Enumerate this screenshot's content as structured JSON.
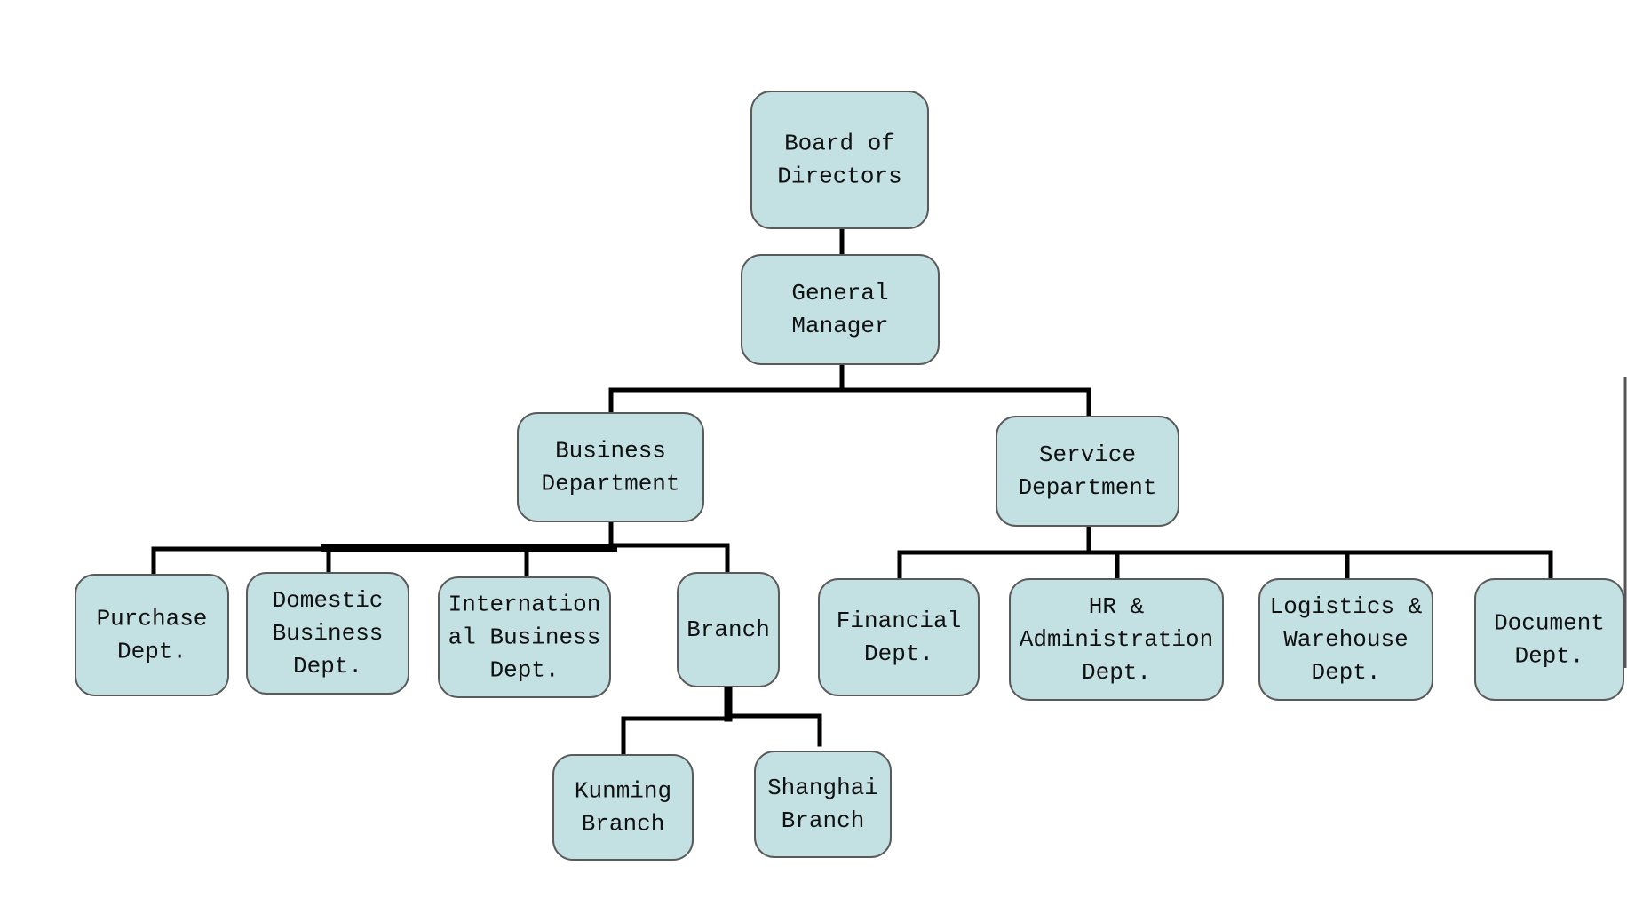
{
  "diagram": {
    "type": "org-chart",
    "colors": {
      "node_fill": "#c3e0e3",
      "node_border": "#5a5a5a",
      "connector": "#000000",
      "text": "#111111",
      "background": "#ffffff"
    },
    "nodes": [
      {
        "id": "board",
        "lines": [
          "Board of",
          "Directors"
        ],
        "parent": null
      },
      {
        "id": "gm",
        "lines": [
          "General",
          "Manager"
        ],
        "parent": "board"
      },
      {
        "id": "business",
        "lines": [
          "Business",
          "Department"
        ],
        "parent": "gm"
      },
      {
        "id": "service",
        "lines": [
          "Service",
          "Department"
        ],
        "parent": "gm"
      },
      {
        "id": "purchase",
        "lines": [
          "Purchase",
          "Dept."
        ],
        "parent": "business"
      },
      {
        "id": "domestic",
        "lines": [
          "Domestic",
          "Business",
          "Dept."
        ],
        "parent": "business"
      },
      {
        "id": "international",
        "lines": [
          "Internation",
          "al Business",
          "Dept."
        ],
        "parent": "business"
      },
      {
        "id": "branch",
        "lines": [
          "Branch"
        ],
        "parent": "business"
      },
      {
        "id": "kunming",
        "lines": [
          "Kunming",
          "Branch"
        ],
        "parent": "branch"
      },
      {
        "id": "shanghai",
        "lines": [
          "Shanghai",
          "Branch"
        ],
        "parent": "branch"
      },
      {
        "id": "financial",
        "lines": [
          "Financial",
          "Dept."
        ],
        "parent": "service"
      },
      {
        "id": "hr",
        "lines": [
          "HR &",
          "Administration",
          "Dept."
        ],
        "parent": "service"
      },
      {
        "id": "logistics",
        "lines": [
          "Logistics &",
          "Warehouse",
          "Dept."
        ],
        "parent": "service"
      },
      {
        "id": "document",
        "lines": [
          "Document",
          "Dept."
        ],
        "parent": "service"
      }
    ]
  }
}
